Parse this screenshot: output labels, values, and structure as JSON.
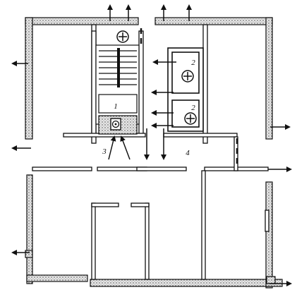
{
  "plan": {
    "colors": {
      "ink": "#111111",
      "wall_fill": "#d9d9d9",
      "paper": "#ffffff"
    },
    "labels": {
      "stair": "1",
      "shaft_top": "2",
      "shaft_bottom": "2",
      "chute": "3",
      "lobby": "4"
    },
    "symbols": {
      "pressure_plus": "plus-in-circle",
      "arrow": "flow-arrow"
    }
  }
}
